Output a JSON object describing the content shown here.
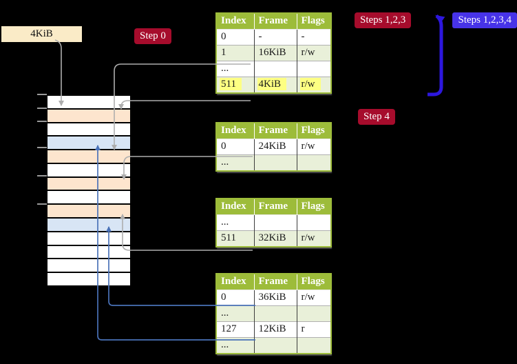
{
  "labels": {
    "page_size": "4KiB",
    "step0": "Step 0",
    "steps_123": "Steps 1,2,3",
    "steps_1234": "Steps 1,2,3,4",
    "step4": "Step 4"
  },
  "colors": {
    "badge_red": "#a60c2c",
    "badge_blue": "#4733e8",
    "arrow_blue_violet": "#2d17de",
    "connector_gray": "#aeaeae",
    "connector_blue": "#4a72b8",
    "table_header_green": "#9dbc3a",
    "table_row_green": "#e9f0d9",
    "highlight_yellow": "#fdff82",
    "label_cream": "#faebc7",
    "mem_white": "#ffffff",
    "mem_peach": "#fde5ce",
    "mem_blue": "#d8e5f5"
  },
  "memory_column": {
    "rows": [
      "white",
      "peach",
      "white",
      "blue",
      "peach",
      "white",
      "peach",
      "white",
      "peach",
      "blue",
      "white",
      "white",
      "white",
      "white"
    ]
  },
  "tables": [
    {
      "headers": [
        "Index",
        "Frame",
        "Flags"
      ],
      "rows": [
        {
          "index": "0",
          "frame": "-",
          "flags": "-",
          "highlight": false
        },
        {
          "index": "1",
          "frame": "16KiB",
          "flags": "r/w",
          "highlight": false
        },
        {
          "index": "...",
          "frame": "",
          "flags": "",
          "highlight": false
        },
        {
          "index": "511",
          "frame": "4KiB",
          "flags": "r/w",
          "highlight": true
        }
      ]
    },
    {
      "headers": [
        "Index",
        "Frame",
        "Flags"
      ],
      "rows": [
        {
          "index": "0",
          "frame": "24KiB",
          "flags": "r/w",
          "highlight": false
        },
        {
          "index": "...",
          "frame": "",
          "flags": "",
          "highlight": false
        }
      ]
    },
    {
      "headers": [
        "Index",
        "Frame",
        "Flags"
      ],
      "rows": [
        {
          "index": "...",
          "frame": "",
          "flags": "",
          "highlight": false
        },
        {
          "index": "511",
          "frame": "32KiB",
          "flags": "r/w",
          "highlight": false
        }
      ]
    },
    {
      "headers": [
        "Index",
        "Frame",
        "Flags"
      ],
      "rows": [
        {
          "index": "0",
          "frame": "36KiB",
          "flags": "r/w",
          "highlight": false
        },
        {
          "index": "...",
          "frame": "",
          "flags": "",
          "highlight": false
        },
        {
          "index": "127",
          "frame": "12KiB",
          "flags": "r",
          "highlight": false
        },
        {
          "index": "...",
          "frame": "",
          "flags": "",
          "highlight": false
        }
      ]
    }
  ]
}
